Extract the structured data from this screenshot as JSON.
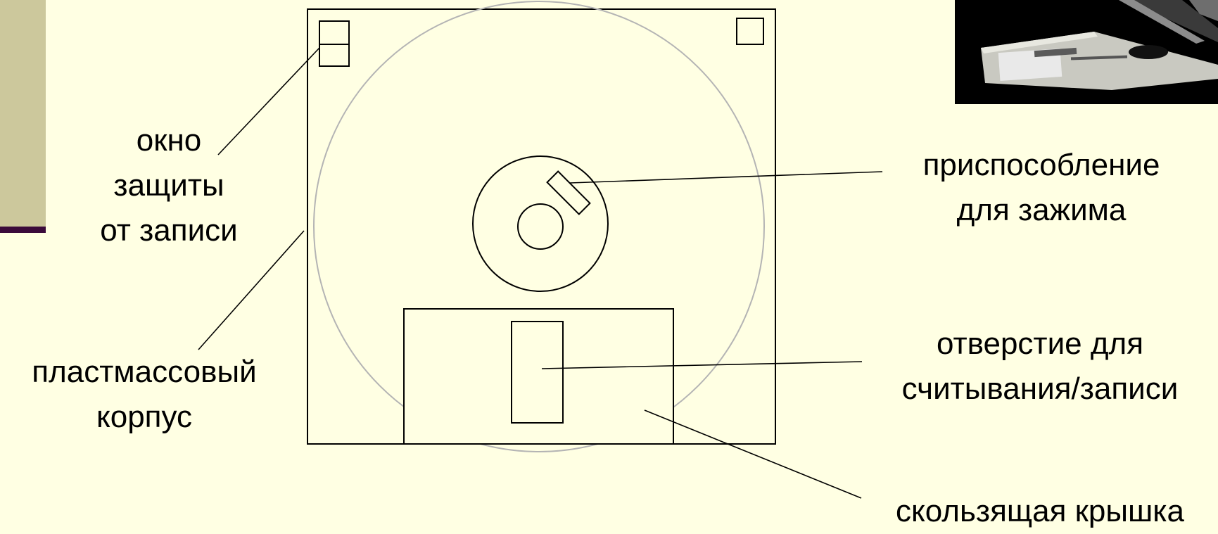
{
  "colors": {
    "background": "#FFFFE3",
    "sidebar_accent": "#CCC89C",
    "sidebar_line": "#3B0B3B",
    "outline": "#000000",
    "disk_edge": "#B4B4B4",
    "photo_background": "#000000"
  },
  "labels": {
    "write_protect": {
      "line1": "окно",
      "line2": "защиты",
      "line3": "от записи"
    },
    "plastic_case": {
      "line1": "пластмассовый",
      "line2": "корпус"
    },
    "clamp": {
      "line1": "приспособление",
      "line2": "для зажима"
    },
    "read_write_hole": {
      "line1": "отверстие для",
      "line2": "считывания/записи"
    },
    "shutter": {
      "line1": "скользящая крышка"
    }
  },
  "photo": {
    "icon": "floppy-disk-photo"
  }
}
